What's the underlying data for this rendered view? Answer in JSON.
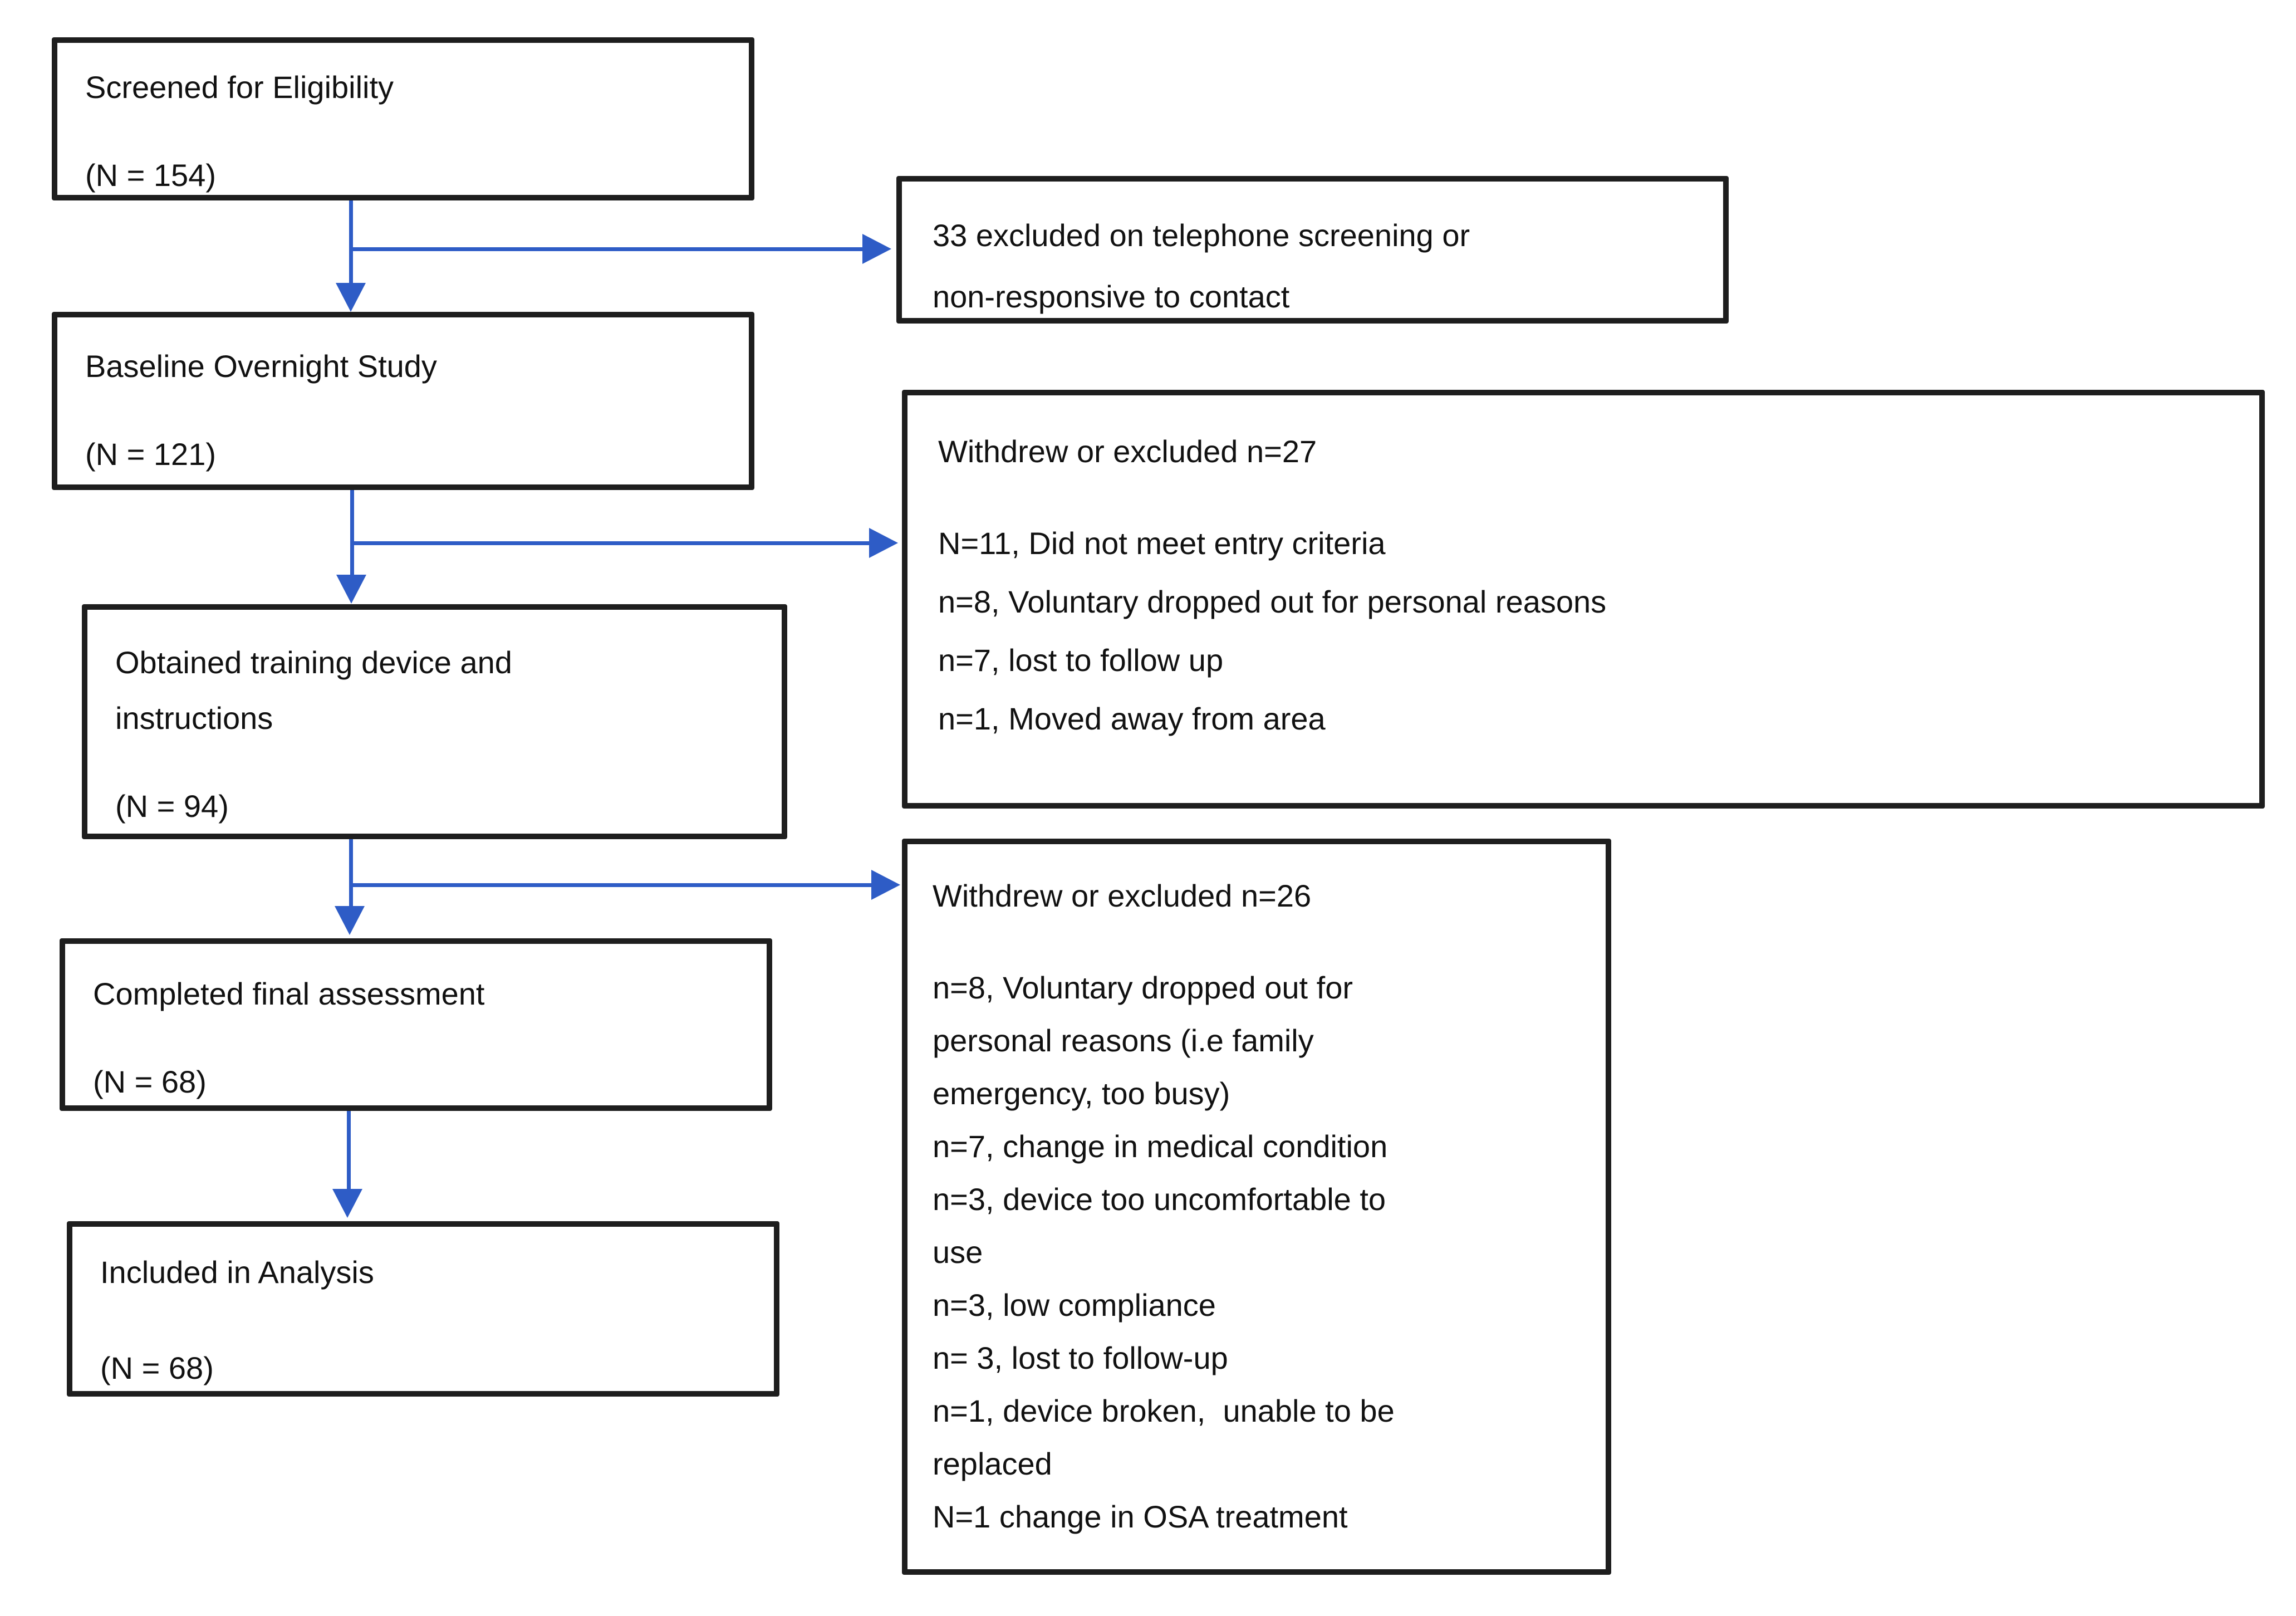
{
  "boxes": {
    "screened": {
      "title": "Screened for Eligibility",
      "count": "(N = 154)"
    },
    "baseline": {
      "title": "Baseline Overnight Study",
      "count": "(N = 121)"
    },
    "device": {
      "title": "Obtained training device and\ninstructions",
      "count": "(N = 94)"
    },
    "completed": {
      "title": "Completed final assessment",
      "count": "(N = 68)"
    },
    "analysis": {
      "title": "Included in Analysis",
      "count": "(N = 68)"
    },
    "excluded_screening": {
      "text": "33 excluded on telephone screening or\nnon-responsive to contact"
    },
    "withdrew1": {
      "title": "Withdrew or excluded n=27",
      "items": [
        "N=11, Did not meet entry criteria",
        "n=8, Voluntary dropped out for personal reasons",
        "n=7, lost to follow up",
        "n=1, Moved away from area"
      ]
    },
    "withdrew2": {
      "title": "Withdrew or excluded n=26",
      "items": [
        "n=8, Voluntary dropped out for\npersonal reasons (i.e family\nemergency, too busy)",
        "n=7, change in medical condition",
        "n=3, device too uncomfortable to\nuse",
        "n=3, low compliance",
        "n= 3, lost to follow-up",
        "n=1, device broken,  unable to be\nreplaced",
        "N=1 change in OSA treatment"
      ]
    }
  },
  "colors": {
    "arrow": "#2e5cc6",
    "border": "#1e1e1e",
    "text": "#111111",
    "background": "#ffffff"
  }
}
